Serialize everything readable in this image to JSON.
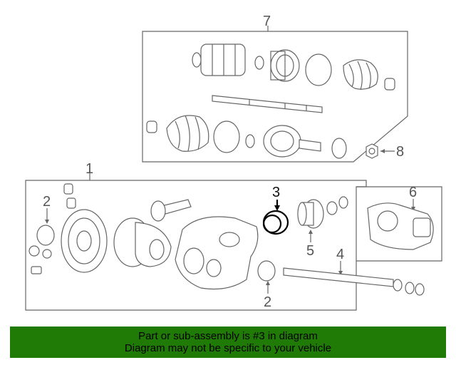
{
  "callouts": {
    "c1": "1",
    "c2a": "2",
    "c2b": "2",
    "c3": "3",
    "c4": "4",
    "c5": "5",
    "c6": "6",
    "c7": "7",
    "c8": "8"
  },
  "banner": {
    "line1": "Part or sub-assembly is #3 in diagram",
    "line2": "Diagram may not be specific to your vehicle",
    "color": "#1f7a06"
  },
  "highlighted_part": "3"
}
